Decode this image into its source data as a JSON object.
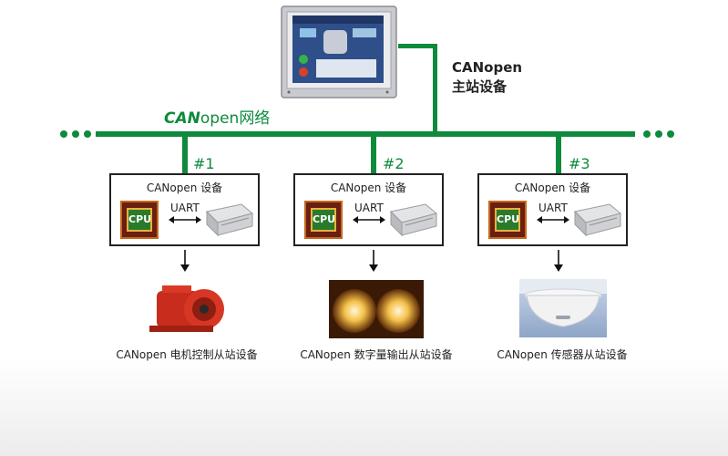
{
  "master": {
    "label_line1": "CANopen",
    "label_line2": "主站设备"
  },
  "network": {
    "logo_can": "CAN",
    "logo_open": "open",
    "logo_suffix": "网络"
  },
  "slaves": [
    {
      "number": "#1",
      "title": "CANopen 设备",
      "cpu_label": "CPU",
      "uart_label": "UART",
      "caption": "CANopen 电机控制从站设备",
      "device_icon": "motor-icon"
    },
    {
      "number": "#2",
      "title": "CANopen 设备",
      "cpu_label": "CPU",
      "uart_label": "UART",
      "caption": "CANopen 数字量输出从站设备",
      "device_icon": "lamps-icon"
    },
    {
      "number": "#3",
      "title": "CANopen 设备",
      "cpu_label": "CPU",
      "uart_label": "UART",
      "caption": "CANopen 传感器从站设备",
      "device_icon": "smoke-sensor-icon"
    }
  ],
  "colors": {
    "bus_green": "#0e8a3c",
    "box_border": "#222222"
  }
}
